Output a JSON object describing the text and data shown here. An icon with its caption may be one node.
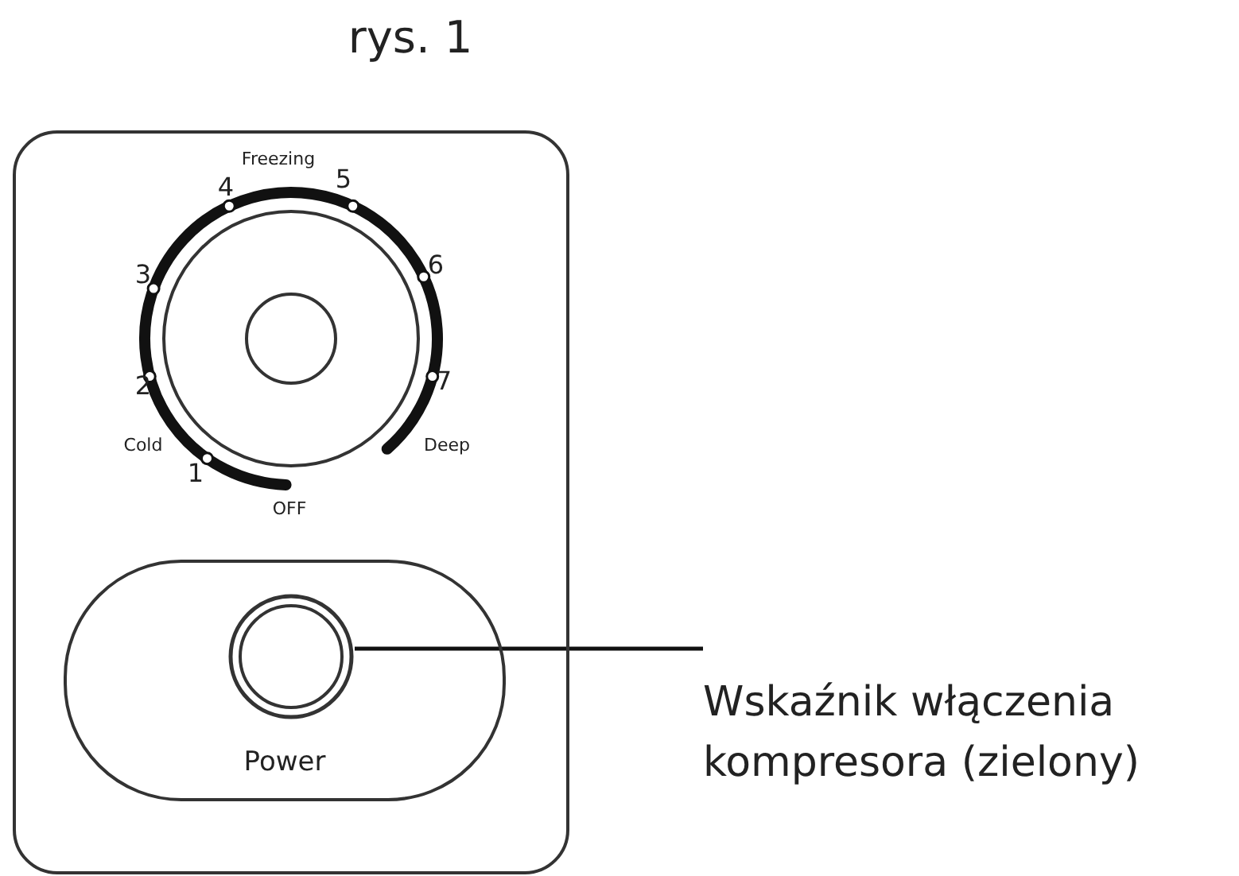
{
  "diagram": {
    "title": "rys. 1",
    "nodes": [
      {
        "text": [],
        "shape": "box"
      },
      {
        "text": [
          "Power"
        ],
        "in": 0
      },
      {
        "text": [],
        "shape": "circle",
        "in": 1
      },
      {
        "text": [
          "Wskaźnik włączenia kompresora (zielony)"
        ]
      }
    ],
    "edges": [
      {
        "from": 3,
        "to": 2,
        "arrow": "none"
      }
    ],
    "labels": [
      "Freezing",
      "4",
      "5",
      "3",
      "6",
      "2",
      "7",
      "Cold",
      "Deep",
      "1",
      "OFF"
    ]
  }
}
